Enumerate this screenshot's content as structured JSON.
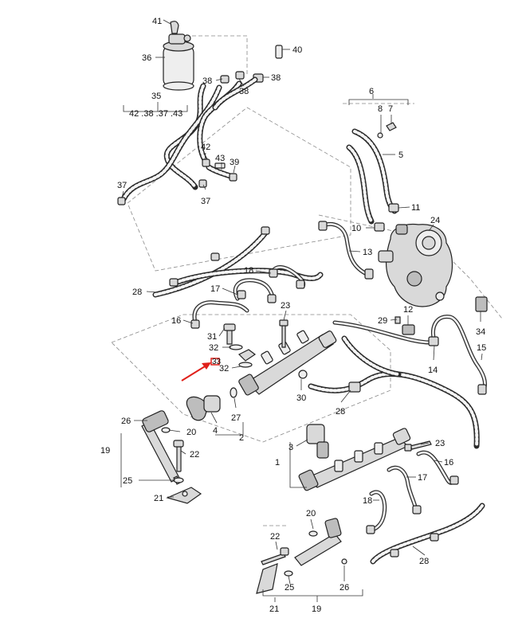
{
  "diagram": {
    "labels": {
      "p1": "1",
      "p2": "2",
      "p3": "3",
      "p4": "4",
      "p5": "5",
      "p6": "6",
      "p7": "7",
      "p8": "8",
      "p10": "10",
      "p11": "11",
      "p12": "12",
      "p13": "13",
      "p14": "14",
      "p15": "15",
      "p16a": "16",
      "p16b": "16",
      "p17a": "17",
      "p17b": "17",
      "p18a": "18",
      "p18b": "18",
      "p19a": "19",
      "p19b": "19",
      "p20a": "20",
      "p20b": "20",
      "p21a": "21",
      "p21b": "21",
      "p22a": "22",
      "p22b": "22",
      "p23a": "23",
      "p23b": "23",
      "p24": "24",
      "p25a": "25",
      "p25b": "25",
      "p26a": "26",
      "p26b": "26",
      "p27": "27",
      "p28a": "28",
      "p28b": "28",
      "p28c": "28",
      "p29": "29",
      "p30": "30",
      "p31": "31",
      "p32a": "32",
      "p32b": "32",
      "p33": "33",
      "p34": "34",
      "p35": "35",
      "p36": "36",
      "p37a": "37",
      "p37b": "37",
      "p38a": "38",
      "p38b": "38",
      "p38c": "38",
      "p39": "39",
      "p40": "40",
      "p41": "41",
      "p42": "42",
      "p43": "43",
      "group35": "42 .38 .37 .43"
    },
    "highlight_color": "#e0201a"
  }
}
